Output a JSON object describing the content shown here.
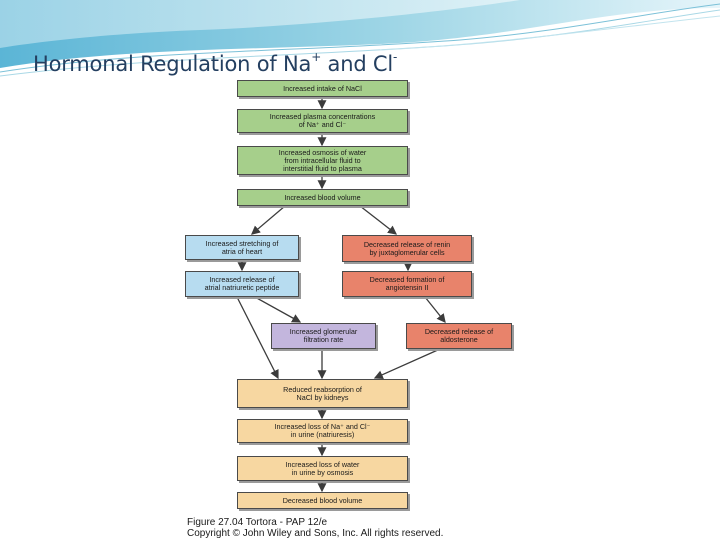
{
  "title": {
    "prefix": "Hormonal Regulation of Na",
    "sup1": "+",
    "middle": " and Cl",
    "sup2": "-"
  },
  "boxes": {
    "increased_intake": [
      "Increased intake of NaCl"
    ],
    "increased_plasma": [
      "Increased plasma concentrations",
      "of Na⁺ and Cl⁻"
    ],
    "increased_osmosis": [
      "Increased osmosis of water",
      "from intracellular fluid to",
      "interstitial fluid to plasma"
    ],
    "increased_blood_volume": [
      "Increased blood volume"
    ],
    "increased_stretching": [
      "Increased stretching of",
      "atria of heart"
    ],
    "increased_anp": [
      "Increased release of",
      "atrial natriuretic peptide"
    ],
    "decreased_renin": [
      "Decreased release of renin",
      "by juxtaglomerular cells"
    ],
    "decreased_angiotensin": [
      "Decreased formation of",
      "angiotensin II"
    ],
    "increased_gfr": [
      "Increased glomerular",
      "filtration rate"
    ],
    "decreased_aldosterone": [
      "Decreased release of",
      "aldosterone"
    ],
    "reduced_reabsorption": [
      "Reduced reabsorption of",
      "NaCl by kidneys"
    ],
    "increased_loss_nacl": [
      "Increased loss of Na⁺ and Cl⁻",
      "in urine (natriuresis)"
    ],
    "increased_loss_water": [
      "Increased loss of water",
      "in urine by osmosis"
    ],
    "decreased_blood_volume": [
      "Decreased blood volume"
    ]
  },
  "caption": {
    "line1": "Figure 27.04  Tortora - PAP 12/e",
    "line2": "Copyright © John Wiley and Sons, Inc. All rights reserved."
  },
  "colors": {
    "title": "#243f60",
    "green": "#a6cf8b",
    "yellow": "#f7d7a1",
    "blue": "#b7dcf0",
    "red": "#e8836b",
    "purple": "#c3b6dd"
  }
}
